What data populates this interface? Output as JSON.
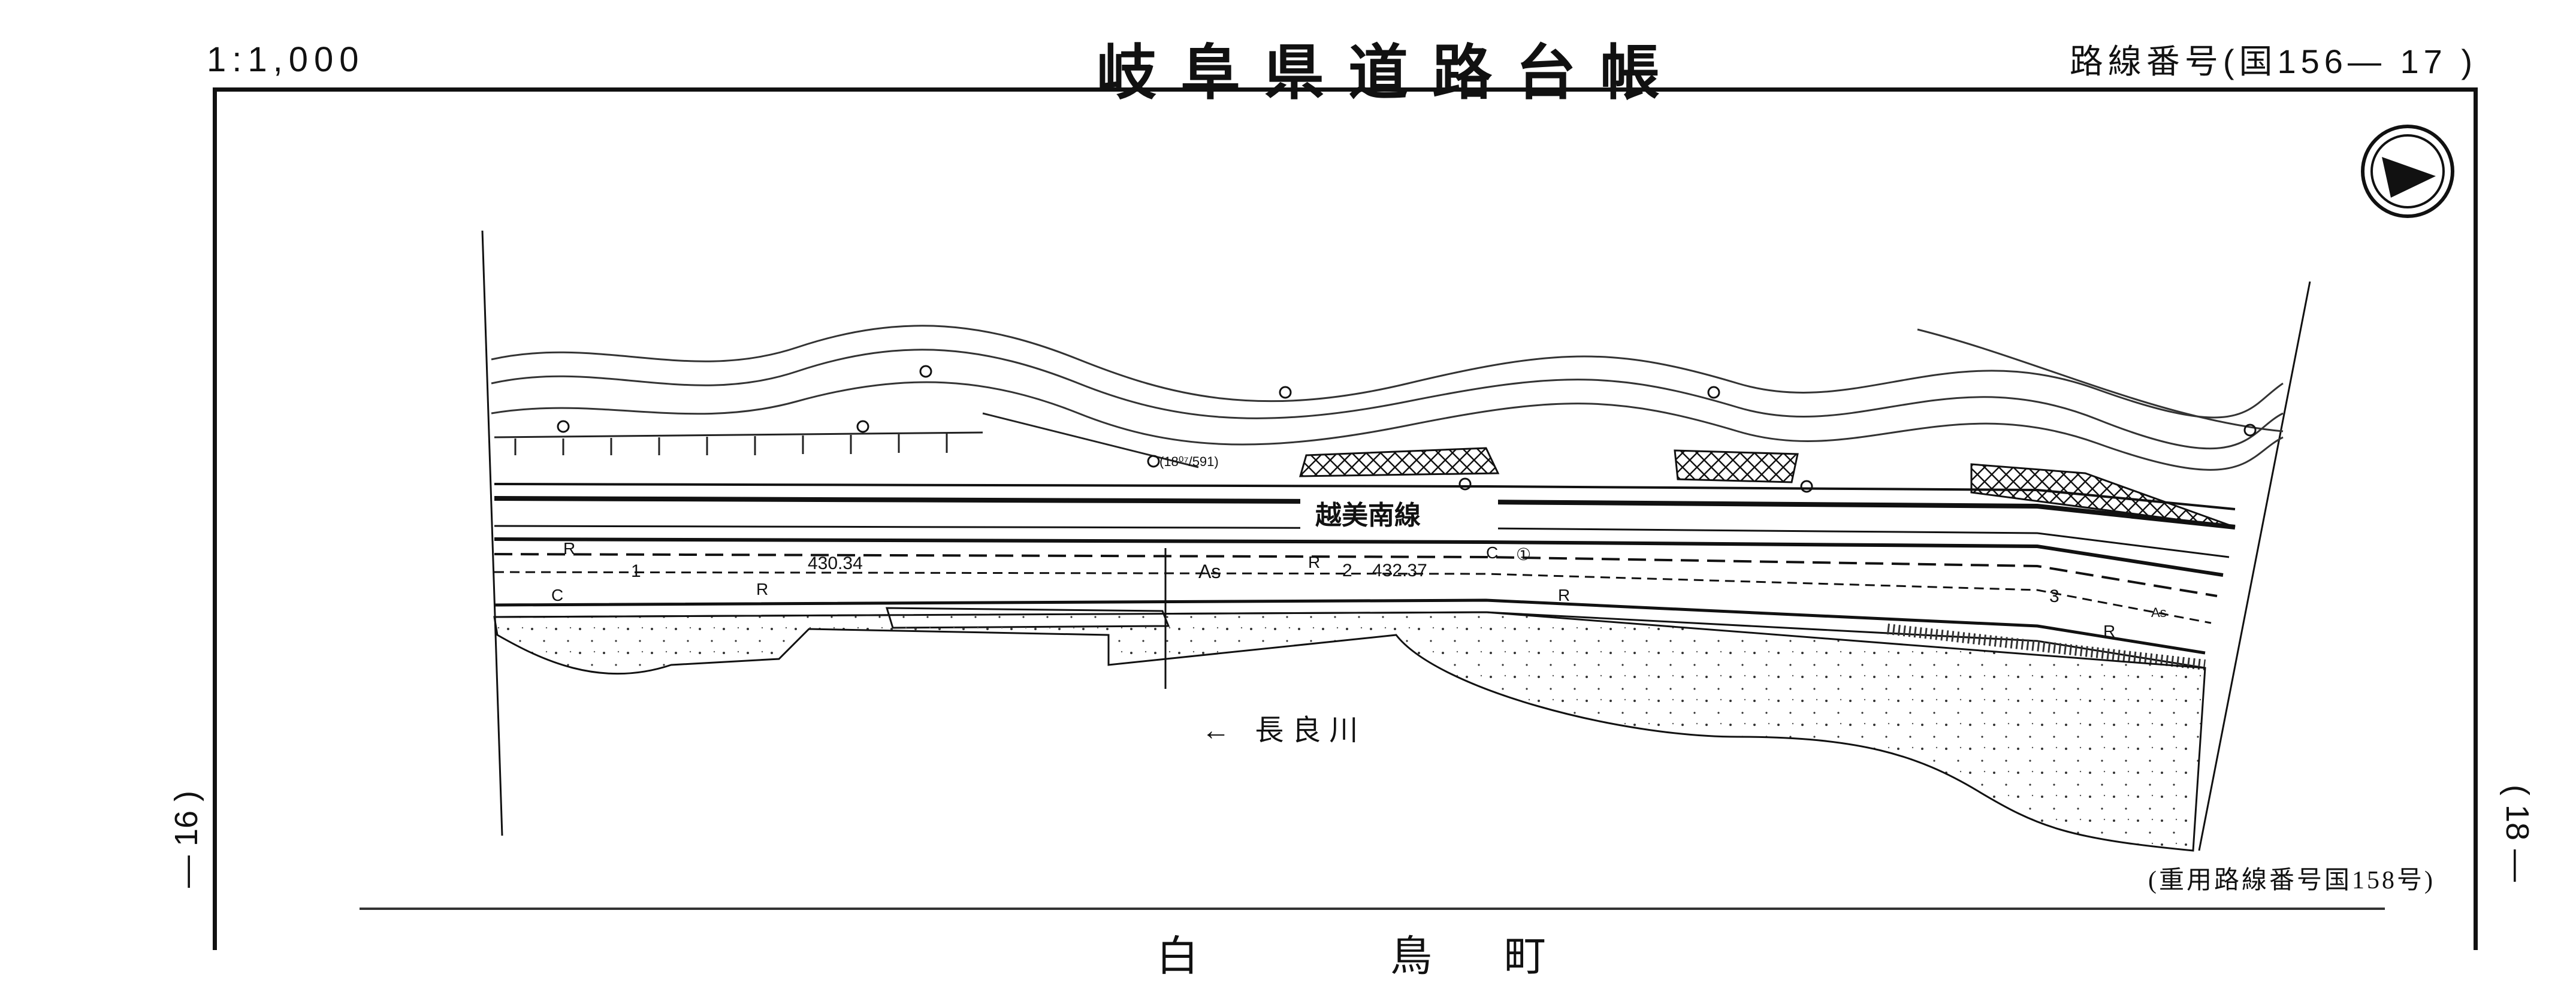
{
  "header": {
    "scale": "1:1,000",
    "title": "岐阜県道路台帳",
    "route_number": "路線番号(国156— 17 )"
  },
  "map": {
    "road_name": "越美南線",
    "river_name": "← 長良川",
    "measure_left": "430.34",
    "measure_right": "432.37",
    "spot_height": "(18⁰⁷/591)",
    "as_label": "As",
    "as_label_right": "As",
    "section_1": "1",
    "section_2": "2",
    "section_3": "3",
    "mark_r": "R",
    "mark_c": "C",
    "mark_circled": "①",
    "shared_route": "(重用路線番号国158号)"
  },
  "sides": {
    "left_page": "— 16 )",
    "right_page": "( 18 —"
  },
  "footer": {
    "partial_chars": [
      "白",
      "鳥",
      "町"
    ]
  },
  "icons": {
    "north_arrow": "compass-north-arrow-icon"
  }
}
